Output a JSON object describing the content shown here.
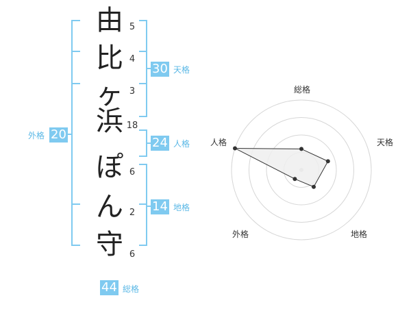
{
  "name_chars": [
    {
      "char": "由",
      "strokes": "5"
    },
    {
      "char": "比",
      "strokes": "4"
    },
    {
      "char": "ヶ",
      "strokes": "3"
    },
    {
      "char": "浜",
      "strokes": "18"
    },
    {
      "char": "ぽ",
      "strokes": "6"
    },
    {
      "char": "ん",
      "strokes": "2"
    },
    {
      "char": "守",
      "strokes": "6"
    }
  ],
  "fortune": {
    "tenkaku": {
      "value": "30",
      "label": "天格"
    },
    "jinkaku": {
      "value": "24",
      "label": "人格"
    },
    "chikaku": {
      "value": "14",
      "label": "地格"
    },
    "gaikaku": {
      "value": "20",
      "label": "外格"
    },
    "soukaku": {
      "value": "44",
      "label": "総格"
    }
  },
  "colors": {
    "accent": "#7fcaf0",
    "bracket": "#7fcaf0",
    "radar_fill": "#eeeeee",
    "radar_line": "#333333"
  },
  "chart_data": {
    "type": "radar",
    "axes": [
      "総格",
      "天格",
      "地格",
      "外格",
      "人格"
    ],
    "values": [
      1.5,
      2,
      1.5,
      0.8,
      5
    ],
    "rmax": 5,
    "rings": 4
  }
}
